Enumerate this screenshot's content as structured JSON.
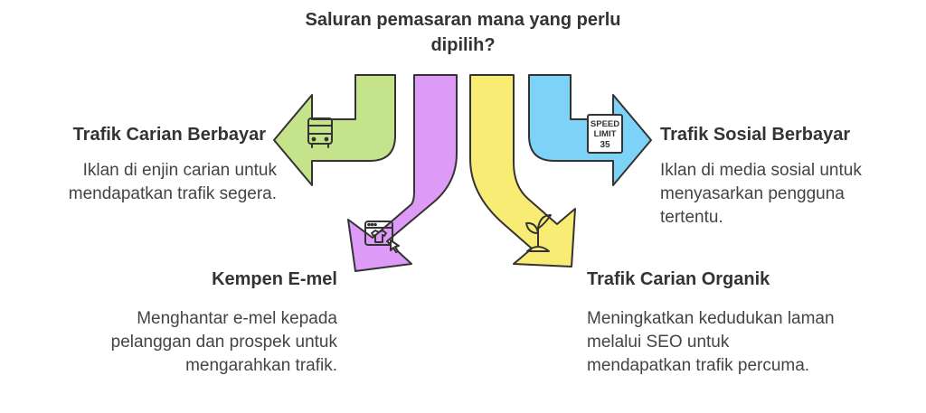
{
  "title": "Saluran pemasaran mana yang perlu dipilih?",
  "items": [
    {
      "label": "Trafik Carian Berbayar",
      "desc": "Iklan di enjin carian untuk mendapatkan trafik segera.",
      "color": "#c5e38a",
      "icon": "bus-icon"
    },
    {
      "label": "Kempen E-mel",
      "desc": "Menghantar e-mel kepada pelanggan dan prospek untuk mengarahkan trafik.",
      "color": "#dd9af7",
      "icon": "browser-shirt-icon"
    },
    {
      "label": "Trafik Carian Organik",
      "desc": "Meningkatkan kedudukan laman melalui SEO untuk mendapatkan trafik percuma.",
      "color": "#f9ec74",
      "icon": "sprout-icon"
    },
    {
      "label": "Trafik Sosial Berbayar",
      "desc": "Iklan di media sosial untuk menyasarkan pengguna tertentu.",
      "color": "#7dd3f7",
      "icon": "speed-limit-sign-icon",
      "sign_text": [
        "SPEED",
        "LIMIT",
        "35"
      ]
    }
  ]
}
